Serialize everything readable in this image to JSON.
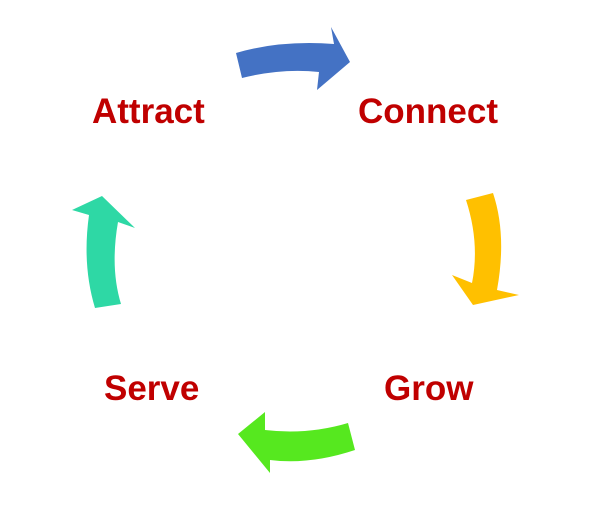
{
  "cycle": {
    "steps": [
      {
        "label": "Attract"
      },
      {
        "label": "Connect"
      },
      {
        "label": "Grow"
      },
      {
        "label": "Serve"
      }
    ],
    "colors": {
      "label": "#c00000",
      "arrow_attract_to_connect": "#4472c4",
      "arrow_connect_to_grow": "#ffc000",
      "arrow_grow_to_serve": "#56e81f",
      "arrow_serve_to_attract": "#2ed8a5"
    },
    "arrow_icons": [
      "curved-arrow-right-icon",
      "curved-arrow-down-icon",
      "curved-arrow-left-icon",
      "curved-arrow-up-icon"
    ]
  }
}
